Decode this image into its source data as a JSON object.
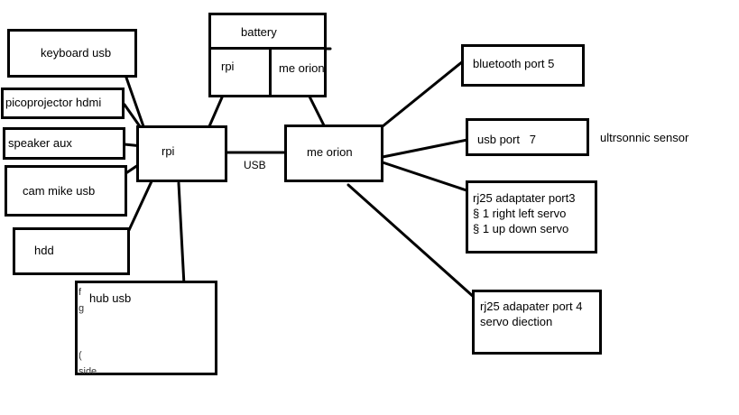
{
  "diagram": {
    "nodes": {
      "keyboard_usb": "keyboard usb",
      "picoprojector_hdmi": "picoprojector hdmi",
      "speaker_aux": "speaker aux",
      "cam_mike_usb": "cam mike usb",
      "hdd": "hdd",
      "hub_usb": "hub usb",
      "rpi": "rpi",
      "battery": "battery",
      "battery_rpi": "rpi",
      "battery_me_orion": "me orion",
      "me_orion": "me orion",
      "bluetooth": "bluetooth port 5",
      "usb_port": "usb port   7",
      "ultrasonic": "ultrsonnic sensor",
      "rj25_port3": "rj25 adaptater port3\n§ 1 right left servo\n§ 1 up down servo",
      "rj25_port4": "rj25 adapater port 4\nservo diection"
    },
    "edge_labels": {
      "rpi_me_orion": "USB"
    },
    "hub_stray_marks": [
      "f",
      "g",
      "(",
      "side"
    ]
  }
}
